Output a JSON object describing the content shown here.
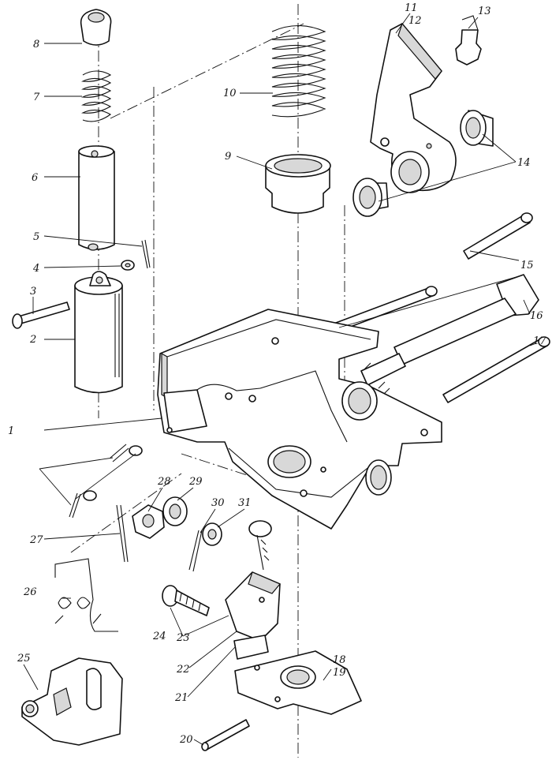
{
  "figure": {
    "callouts": [
      "1",
      "2",
      "3",
      "4",
      "5",
      "6",
      "7",
      "8",
      "9",
      "10",
      "11",
      "12",
      "13",
      "14",
      "15",
      "16",
      "17",
      "18",
      "19",
      "20",
      "21",
      "22",
      "23",
      "24",
      "25",
      "26",
      "27",
      "28",
      "29",
      "30",
      "31"
    ]
  }
}
